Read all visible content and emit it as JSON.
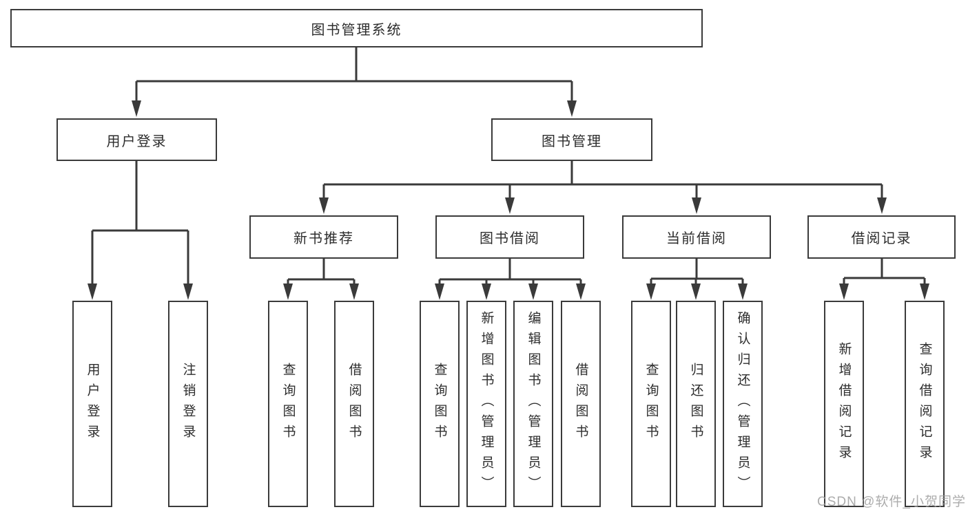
{
  "tree": {
    "root": {
      "label": "图书管理系统"
    },
    "children": [
      {
        "label": "用户登录",
        "children": [
          {
            "label": "用户登录"
          },
          {
            "label": "注销登录"
          }
        ]
      },
      {
        "label": "图书管理",
        "children": [
          {
            "label": "新书推荐",
            "children": [
              {
                "label": "查询图书"
              },
              {
                "label": "借阅图书"
              }
            ]
          },
          {
            "label": "图书借阅",
            "children": [
              {
                "label": "查询图书"
              },
              {
                "label": "新增图书（管理员）"
              },
              {
                "label": "编辑图书（管理员）"
              },
              {
                "label": "借阅图书"
              }
            ]
          },
          {
            "label": "当前借阅",
            "children": [
              {
                "label": "查询图书"
              },
              {
                "label": "归还图书"
              },
              {
                "label": "确认归还（管理员）"
              }
            ]
          },
          {
            "label": "借阅记录",
            "children": [
              {
                "label": "新增借阅记录"
              },
              {
                "label": "查询借阅记录"
              }
            ]
          }
        ]
      }
    ]
  },
  "watermark": {
    "text": "CSDN @软件_小贺同学"
  },
  "colors": {
    "line": "#3a3a3a",
    "box_border": "#3a3a3a",
    "text": "#2d2d2d",
    "watermark": "#9e9e9e",
    "background": "#ffffff"
  }
}
